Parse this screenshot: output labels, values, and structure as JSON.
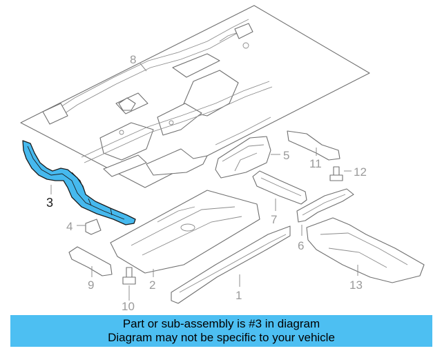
{
  "diagram": {
    "highlight_color": "#46b9ee",
    "line_color": "#6f6f6f",
    "callouts": {
      "p1": "1",
      "p2": "2",
      "p3": "3",
      "p4": "4",
      "p5": "5",
      "p6": "6",
      "p7": "7",
      "p8": "8",
      "p9": "9",
      "p10": "10",
      "p11": "11",
      "p12": "12",
      "p13": "13"
    }
  },
  "banner": {
    "background": "#4dbff2",
    "line1": "Part or sub-assembly is #3 in diagram",
    "line2": "Diagram may not be specific to your vehicle"
  }
}
